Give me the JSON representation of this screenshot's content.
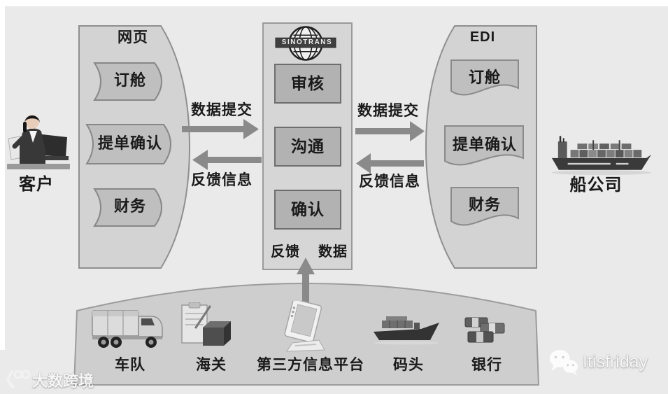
{
  "colors": {
    "background": "#eaeaea",
    "panel_fill": "#d3d3d3",
    "panel_border": "#8f8f8f",
    "card_fill": "#bfbfbf",
    "center_box_fill": "#b2b2b2",
    "arrow": "#8a8a8a",
    "text": "#1a1a1a"
  },
  "actors": {
    "customer": "客户",
    "shipping_company": "船公司"
  },
  "web_panel": {
    "title": "网页",
    "items": [
      "订舱",
      "提单确认",
      "财务"
    ]
  },
  "center_panel": {
    "logo": "SINOTRANS",
    "items": [
      "审核",
      "沟通",
      "确认"
    ],
    "feedback_label": "反馈",
    "data_label": "数据"
  },
  "edi_panel": {
    "title": "EDI",
    "items": [
      "订舱",
      "提单确认",
      "财务"
    ]
  },
  "flows": {
    "left_submit": "数据提交",
    "left_feedback": "反馈信息",
    "right_submit": "数据提交",
    "right_feedback": "反馈信息"
  },
  "bottom_panel": {
    "items": [
      {
        "label": "车队",
        "icon": "truck-icon"
      },
      {
        "label": "海关",
        "icon": "customs-icon"
      },
      {
        "label": "第三方信息平台",
        "icon": "info-platform-icon"
      },
      {
        "label": "码头",
        "icon": "dock-icon"
      },
      {
        "label": "银行",
        "icon": "bank-icon"
      }
    ]
  },
  "watermarks": {
    "bottom_left": "大数跨境",
    "bottom_right": "Itisfriday"
  }
}
